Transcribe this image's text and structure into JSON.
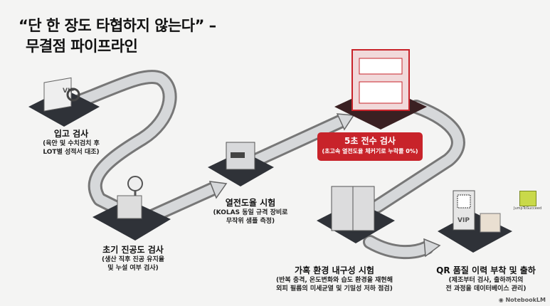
{
  "title": {
    "line1": "“단 한 장도 타협하지 않는다” –",
    "line2": "무결점 파이프라인"
  },
  "steps": [
    {
      "title": "입고 검사",
      "desc1": "(육안 및 수치검치 후",
      "desc2": "LOT별 성적서 대조)"
    },
    {
      "title": "초기 진공도 검사",
      "desc1": "(생산 직후 진공 유지율",
      "desc2": "및 누설 여부 검사)"
    },
    {
      "title": "열전도율 시험",
      "desc1": "(KOLAS 동일 규격 장비로",
      "desc2": "무작위 샘플 측정)"
    },
    {
      "title": "5초 전수 검사",
      "desc1": "(초고속 열전도율 체커기로 누락률 0%)"
    },
    {
      "title": "가혹 환경 내구성 시험",
      "desc1": "(반복 충격, 온도변화와 습도 환경을 재현해",
      "desc2": "외피 필름의 미세균열 및 기밀성 저하 점검)"
    },
    {
      "title": "QR 품질 이력 부착 및 출하",
      "desc1": "(제조부터 검사, 출하까지의",
      "desc2": "전 과정을 데이터베이스 관리)"
    }
  ],
  "icons": {
    "vip_doc": "VIP",
    "qr_vip": "VIP"
  },
  "logo_text": "JumpToSucceed",
  "watermark": "NotebookLM",
  "colors": {
    "accent": "#c8232a",
    "platform": "#2f3238",
    "pipe": "#b9bcc0"
  }
}
